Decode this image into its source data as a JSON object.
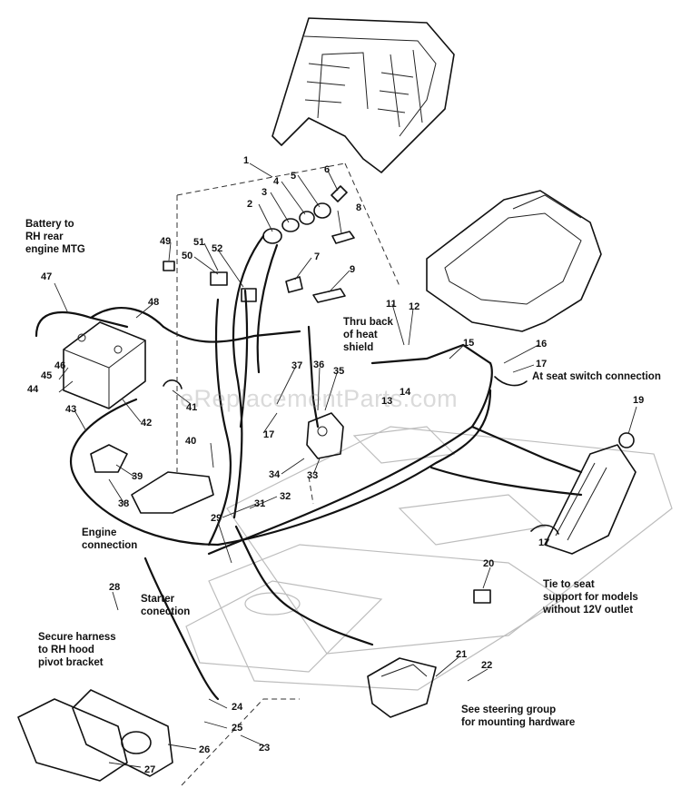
{
  "watermark": "eReplacementParts.com",
  "callouts": [
    "1",
    "2",
    "3",
    "4",
    "5",
    "6",
    "7",
    "8",
    "9",
    "11",
    "12",
    "13",
    "14",
    "15",
    "16",
    "17",
    "17",
    "17",
    "19",
    "20",
    "21",
    "22",
    "23",
    "24",
    "25",
    "26",
    "27",
    "28",
    "29",
    "31",
    "32",
    "33",
    "34",
    "35",
    "36",
    "37",
    "38",
    "39",
    "40",
    "41",
    "42",
    "43",
    "44",
    "45",
    "46",
    "47",
    "48",
    "49",
    "50",
    "51",
    "52"
  ],
  "notes": {
    "battery": "Battery to\nRH rear\nengine MTG",
    "heat_shield": "Thru back\nof heat\nshield",
    "seat_switch": "At seat switch connection",
    "engine": "Engine\nconnection",
    "starter": "Starter\nconection",
    "hood": "Secure harness\nto RH hood\npivot bracket",
    "seat_support": "Tie to seat\nsupport for models\nwithout 12V outlet",
    "steering": "See steering group\nfor mounting hardware"
  }
}
